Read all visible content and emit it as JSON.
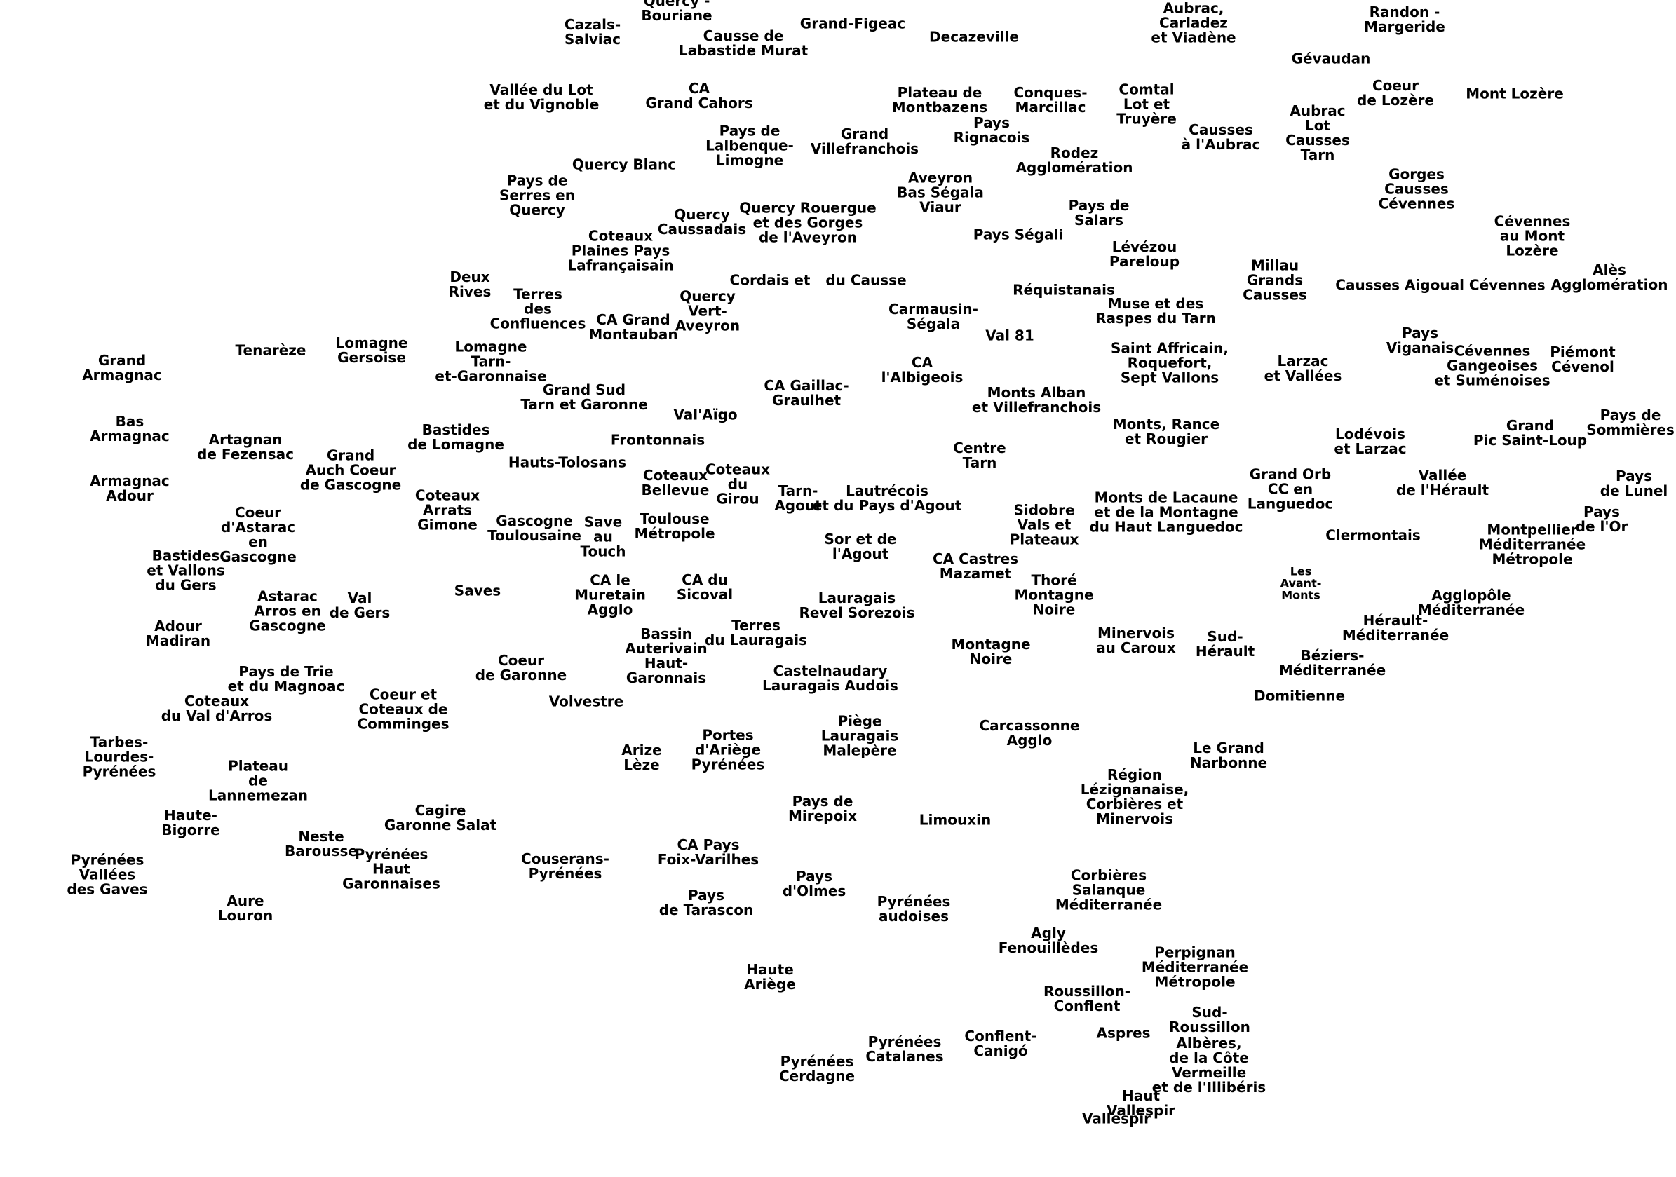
{
  "map": {
    "label_color": "#000000",
    "background": "#ffffff",
    "territories": [
      "Quercy -\nBouriane",
      "Cazals-\nSalviac",
      "Causse de\nLabastide Murat",
      "Grand-Figeac",
      "Decazeville",
      "Aubrac,\nCarladez\net Viadène",
      "Randon -\nMargeride",
      "Gévaudan",
      "Vallée du Lot\net du Vignoble",
      "CA\nGrand Cahors",
      "Plateau de\nMontbazens",
      "Conques-\nMarcillac",
      "Comtal\nLot et\nTruyère",
      "Coeur\nde Lozère",
      "Mont Lozère",
      "Pays de\nLalbenque-\nLimogne",
      "Grand\nVillefranchois",
      "Pays\nRignacois",
      "Causses\nà l'Aubrac",
      "Aubrac\nLot\nCausses\nTarn",
      "Rodez\nAgglomération",
      "Quercy Blanc",
      "Pays de\nSerres en\nQuercy",
      "Aveyron\nBas Ségala\nViaur",
      "Gorges\nCausses\nCévennes",
      "Quercy\nCaussadais",
      "Quercy Rouergue\net des Gorges\nde l'Aveyron",
      "Pays de\nSalars",
      "Pays Ségali",
      "Cévennes\nau Mont\nLozère",
      "Coteaux\nPlaines Pays\nLafrançaisain",
      "Lévézou\nPareloup",
      "Millau\nGrands\nCausses",
      "Alès\nAgglomération",
      "Deux\nRives",
      "Terres\ndes\nConfluences",
      "Quercy\nVert-\nAveyron",
      "Cordais et",
      "du Causse",
      "Réquistanais",
      "Causses Aigoual Cévennes",
      "Muse et des\nRaspes du Tarn",
      "CA Grand\nMontauban",
      "Carmausin-\nSégala",
      "Val 81",
      "Pays\nViganais",
      "Grand\nArmagnac",
      "Tenarèze",
      "Lomagne\nGersoise",
      "Lomagne\nTarn-\net-Garonnaise",
      "Saint Affricain,\nRoquefort,\nSept Vallons",
      "Larzac\net Vallées",
      "Cévennes\nGangeoises\net Suménoises",
      "Piémont\nCévenol",
      "CA\nl'Albigeois",
      "Grand Sud\nTarn et Garonne",
      "CA Gaillac-\nGraulhet",
      "Monts Alban\net Villefranchois",
      "Val'Aïgo",
      "Bas\nArmagnac",
      "Bastides\nde Lomagne",
      "Monts, Rance\net Rougier",
      "Grand\nPic Saint-Loup",
      "Pays de\nSommières",
      "Frontonnais",
      "Artagnan\nde Fezensac",
      "Lodévois\net Larzac",
      "Grand\nAuch Coeur\nde Gascogne",
      "Centre\nTarn",
      "Hauts-Tolosans",
      "Coteaux\ndu\nGirou",
      "Coteaux\nBellevue",
      "Grand Orb\nCC en\nLanguedoc",
      "Vallée\nde l'Hérault",
      "Pays\nde Lunel",
      "Armagnac\nAdour",
      "Tarn-\nAgout",
      "Lautrécois\net du Pays d'Agout",
      "Coteaux\nArrats\nGimone",
      "Monts de Lacaune\net de la Montagne\ndu Haut Languedoc",
      "Sidobre\nVals et\nPlateaux",
      "Pays\nde l'Or",
      "Coeur\nd'Astarac\nen\nGascogne",
      "Gascogne\nToulousaine",
      "Save\nau\nTouch",
      "Toulouse\nMétropole",
      "Sor et de\nl'Agout",
      "Clermontais",
      "Montpellier\nMéditerranée\nMétropole",
      "CA Castres\nMazamet",
      "Bastides\net Vallons\ndu Gers",
      "Les\nAvant-\nMonts",
      "CA le\nMuretain\nAgglo",
      "CA du\nSicoval",
      "Thoré\nMontagne\nNoire",
      "Agglopôle\nMéditerranée",
      "Val\nde Gers",
      "Astarac\nArros en\nGascogne",
      "Saves",
      "Lauragais\nRevel Sorezois",
      "Adour\nMadiran",
      "Terres\ndu Lauragais",
      "Hérault-\nMéditerranée",
      "Minervois\nau Caroux",
      "Bassin\nAuterivain\nHaut-\nGaronnais",
      "Sud-\nHérault",
      "Montagne\nNoire",
      "Béziers-\nMéditerranée",
      "Coeur\nde Garonne",
      "Pays de Trie\net du Magnoac",
      "Castelnaudary\nLauragais Audois",
      "Domitienne",
      "Coteaux\ndu Val d'Arros",
      "Coeur et\nCoteaux de\nComminges",
      "Volvestre",
      "Piège\nLauragais\nMalepère",
      "Carcassonne\nAgglo",
      "Portes\nd'Ariège\nPyrénées",
      "Tarbes-\nLourdes-\nPyrénées",
      "Le Grand\nNarbonne",
      "Arize\nLèze",
      "Plateau\nde\nLannemezan",
      "Région\nLézignanaise,\nCorbières et\nMinervois",
      "Cagire\nGaronne Salat",
      "Pays de\nMirepoix",
      "Haute-\nBigorre",
      "Limouxin",
      "Neste\nBarousse",
      "CA Pays\nFoix-Varilhes",
      "Pyrénées\nVallées\ndes Gaves",
      "Couserans-\nPyrénées",
      "Pyrénées\nHaut\nGaronnaises",
      "Corbières\nSalanque\nMéditerranée",
      "Pays\nd'Olmes",
      "Pays\nde Tarascon",
      "Aure\nLouron",
      "Pyrénées\naudoises",
      "Agly\nFenouillèdes",
      "Perpignan\nMéditerranée\nMétropole",
      "Haute\nAriège",
      "Roussillon-\nConflent",
      "Sud-\nRoussillon",
      "Conflent-\nCanigó",
      "Aspres",
      "Pyrénées\nCatalanes",
      "Albères,\nde la Côte\nVermeille\net de l'Illibéris",
      "Pyrénées\nCerdagne",
      "Vallespir",
      "Haut\nVallespir"
    ]
  }
}
